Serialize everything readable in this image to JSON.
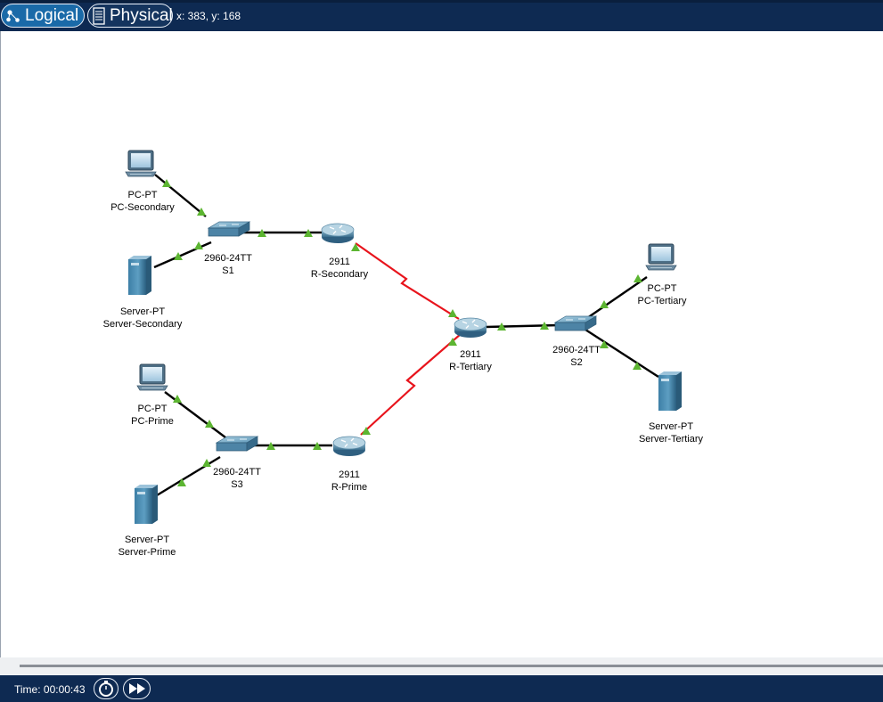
{
  "toolbar": {
    "logical_label": "Logical",
    "physical_label": "Physical",
    "coords": "x: 383, y: 168"
  },
  "devices": [
    {
      "id": "pc-secondary",
      "kind": "pc",
      "model": "PC-PT",
      "name": "PC-Secondary"
    },
    {
      "id": "server-secondary",
      "kind": "server",
      "model": "Server-PT",
      "name": "Server-Secondary"
    },
    {
      "id": "s1",
      "kind": "switch",
      "model": "2960-24TT",
      "name": "S1"
    },
    {
      "id": "r-secondary",
      "kind": "router",
      "model": "2911",
      "name": "R-Secondary"
    },
    {
      "id": "r-tertiary",
      "kind": "router",
      "model": "2911",
      "name": "R-Tertiary"
    },
    {
      "id": "s2",
      "kind": "switch",
      "model": "2960-24TT",
      "name": "S2"
    },
    {
      "id": "pc-tertiary",
      "kind": "pc",
      "model": "PC-PT",
      "name": "PC-Tertiary"
    },
    {
      "id": "server-tertiary",
      "kind": "server",
      "model": "Server-PT",
      "name": "Server-Tertiary"
    },
    {
      "id": "pc-prime",
      "kind": "pc",
      "model": "PC-PT",
      "name": "PC-Prime"
    },
    {
      "id": "server-prime",
      "kind": "server",
      "model": "Server-PT",
      "name": "Server-Prime"
    },
    {
      "id": "s3",
      "kind": "switch",
      "model": "2960-24TT",
      "name": "S3"
    },
    {
      "id": "r-prime",
      "kind": "router",
      "model": "2911",
      "name": "R-Prime"
    }
  ],
  "links": [
    {
      "from": "pc-secondary",
      "to": "s1",
      "type": "ethernet",
      "status": "up"
    },
    {
      "from": "server-secondary",
      "to": "s1",
      "type": "ethernet",
      "status": "up"
    },
    {
      "from": "s1",
      "to": "r-secondary",
      "type": "ethernet",
      "status": "up"
    },
    {
      "from": "r-secondary",
      "to": "r-tertiary",
      "type": "serial",
      "status": "up"
    },
    {
      "from": "r-prime",
      "to": "r-tertiary",
      "type": "serial",
      "status": "up"
    },
    {
      "from": "r-tertiary",
      "to": "s2",
      "type": "ethernet",
      "status": "up"
    },
    {
      "from": "s2",
      "to": "pc-tertiary",
      "type": "ethernet",
      "status": "up"
    },
    {
      "from": "s2",
      "to": "server-tertiary",
      "type": "ethernet",
      "status": "up"
    },
    {
      "from": "pc-prime",
      "to": "s3",
      "type": "ethernet",
      "status": "up"
    },
    {
      "from": "server-prime",
      "to": "s3",
      "type": "ethernet",
      "status": "up"
    },
    {
      "from": "s3",
      "to": "r-prime",
      "type": "ethernet",
      "status": "up"
    }
  ],
  "colors": {
    "bar": "#0e2a52",
    "ethernet": "#000000",
    "serial": "#e8141c",
    "link_up": "#5cb531"
  },
  "statusbar": {
    "time_label": "Time: 00:00:43"
  }
}
